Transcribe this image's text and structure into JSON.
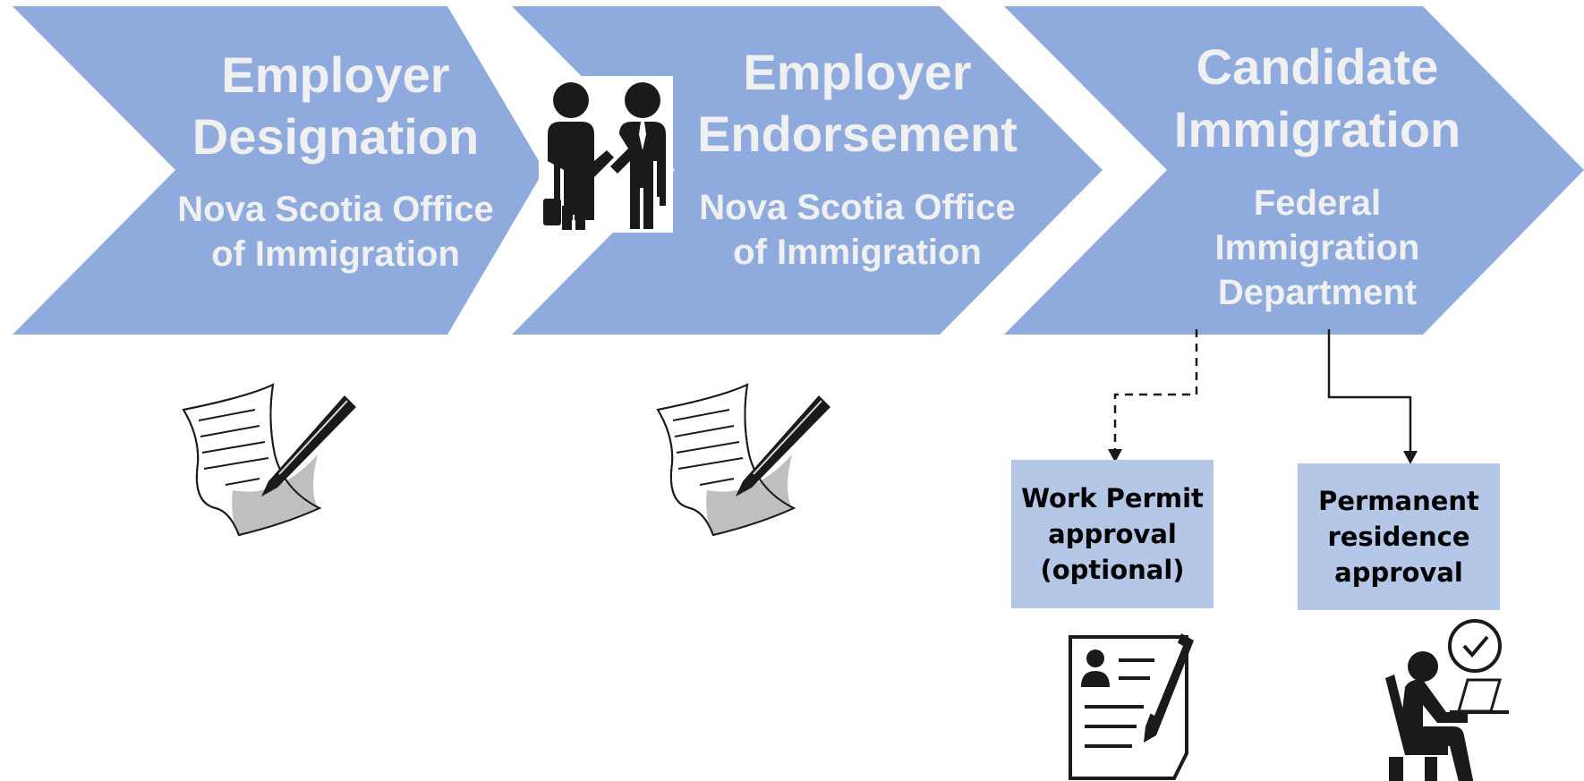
{
  "stages": [
    {
      "title_line1": "Employer",
      "title_line2": "Designation",
      "sub_line1": "Nova Scotia Office",
      "sub_line2": "of Immigration"
    },
    {
      "title_line1": "Employer",
      "title_line2": "Endorsement",
      "sub_line1": "Nova Scotia Office",
      "sub_line2": "of Immigration"
    },
    {
      "title_line1": "Candidate",
      "title_line2": "Immigration",
      "sub_line1": "Federal",
      "sub_line2": "Immigration",
      "sub_line3": "Department"
    }
  ],
  "outcomes": [
    {
      "label": "Work Permit\napproval\n(optional)",
      "connector": "dashed"
    },
    {
      "label": "Permanent\nresidence\napproval",
      "connector": "solid"
    }
  ],
  "icons": [
    "document-signing-icon",
    "handshake-icon",
    "document-signing-icon",
    "resume-pen-icon",
    "person-at-laptop-clock-icon"
  ],
  "colors": {
    "chevron": "#8faadc",
    "chevron_text": "#f0f0f0",
    "outcome_box": "#b4c7e7",
    "icon": "#1a1a1a"
  }
}
